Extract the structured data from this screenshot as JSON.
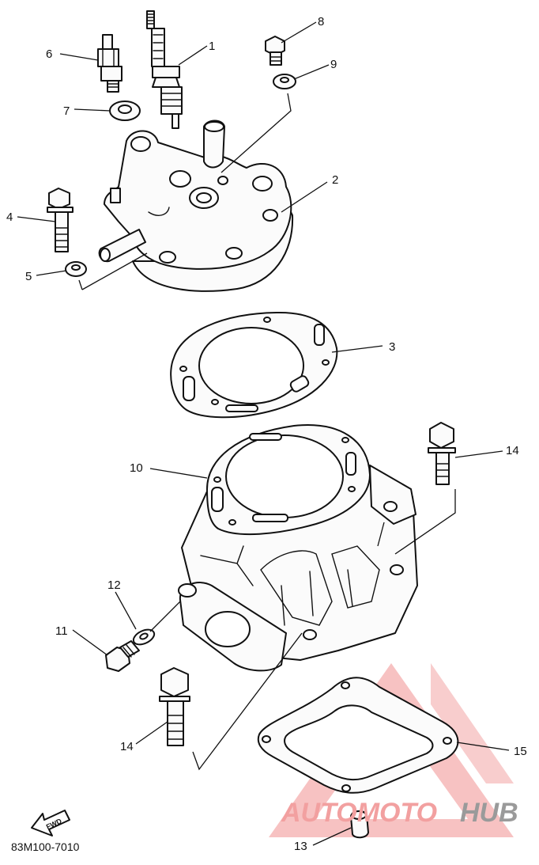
{
  "diagram": {
    "catalog_code": "83M100-7010",
    "fwd_label": "FWD",
    "watermark": {
      "brand_left": "AUTOMOTO",
      "brand_right": "HUB",
      "color_left": "#f2a0a0",
      "color_right": "#9a9a9a",
      "triangle_color": "#ec6b6b"
    },
    "callouts": [
      "1",
      "2",
      "3",
      "4",
      "5",
      "6",
      "7",
      "8",
      "9",
      "10",
      "11",
      "12",
      "13",
      "14",
      "14",
      "15"
    ]
  }
}
